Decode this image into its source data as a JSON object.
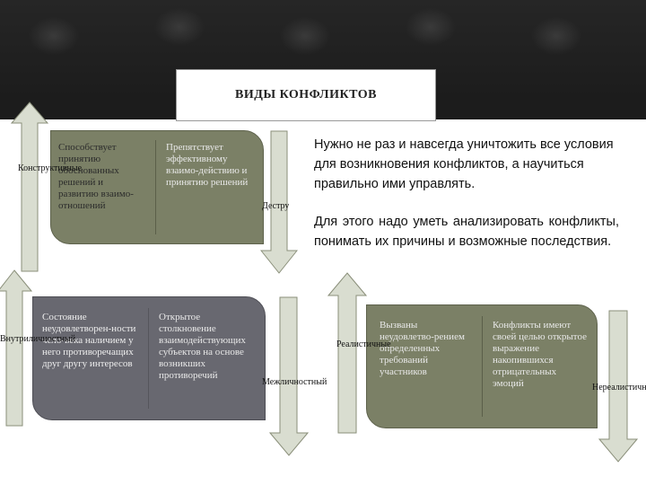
{
  "title": "ВИДЫ КОНФЛИКТОВ",
  "cards": {
    "top_left": {
      "left_text": "Способствует принятию обоснованных решений и развитию взаимо-отношений",
      "right_text": "Препятствует эффективному взаимо-действию и принятию решений"
    },
    "bottom_left": {
      "left_text": "Состояние неудовлетворен-ности чело-века наличием у него противоречащих друг другу интересов",
      "right_text": "Открытое столкновение взаимодействующих субъектов на основе возникших противоречий"
    },
    "bottom_right": {
      "left_text": "Вызваны неудовлетво-рением определенных требований участников",
      "right_text": "Конфликты имеют своей целью открытое выражение накопившихся отрицательных эмоций"
    }
  },
  "labels": {
    "constructive": "Конструктивные",
    "destructive": "Деструктивные",
    "intrapersonal": "Внутриличностный",
    "interpersonal": "Межличностный",
    "realistic": "Реалистичные",
    "unrealistic": "Нереалистичные"
  },
  "text": {
    "paragraph1": "Нужно не раз и навсегда уничтожить все условия для возникновения конфликтов, а научиться правильно ими управлять.",
    "paragraph2": "Для этого надо уметь анализировать конфликты, понимать их причины и возможные последствия."
  },
  "colors": {
    "card_green": "#7b8066",
    "card_gray": "#686870",
    "arrow_fill": "#d9ddd0",
    "arrow_stroke": "#8a8f7a",
    "background": "#1c1c1c"
  }
}
